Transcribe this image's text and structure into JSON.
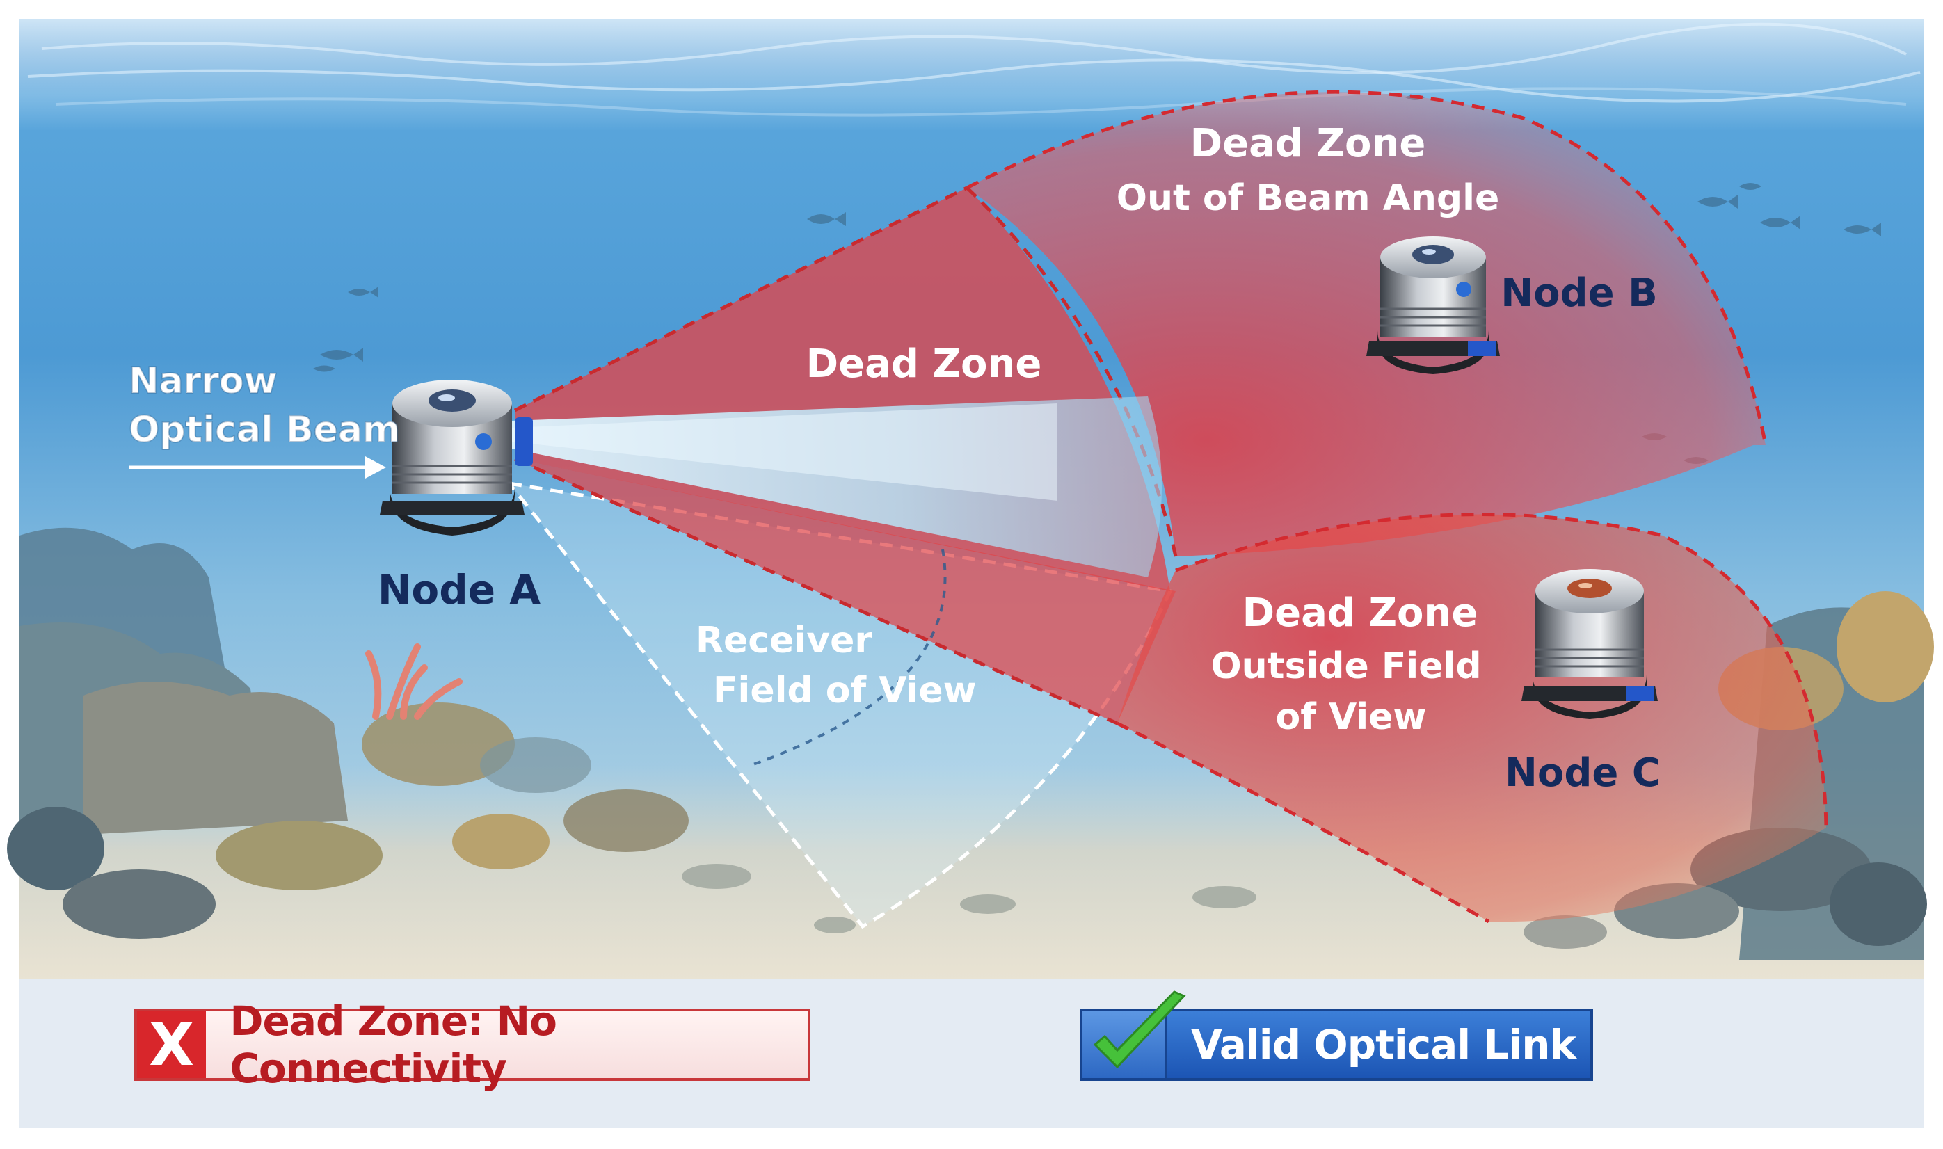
{
  "labels": {
    "narrow_beam_line1": "Narrow",
    "narrow_beam_line2": "Optical Beam",
    "node_a": "Node A",
    "node_b": "Node B",
    "node_c": "Node C",
    "dead_zone_center": "Dead Zone",
    "dead_zone_top_title": "Dead Zone",
    "dead_zone_top_sub": "Out of Beam Angle",
    "dead_zone_bottom_title": "Dead Zone",
    "dead_zone_bottom_sub1": "Outside Field",
    "dead_zone_bottom_sub2": "of View",
    "receiver_line1": "Receiver",
    "receiver_line2": "Field of View"
  },
  "legend": {
    "dead_mark": "X",
    "dead_text": "Dead Zone: No Connectivity",
    "valid_text": "Valid Optical Link"
  },
  "colors": {
    "dead_zone": "#e0454a",
    "beam": "#cfeeff",
    "water_top": "#3f8fd0",
    "water_bottom": "#bcd9ea",
    "node_label": "#142a5c",
    "legend_red": "#d8262b",
    "legend_blue": "#2d68c3",
    "check_green": "#46c13a"
  },
  "icons": {
    "node": "optical-transceiver-node-icon",
    "dead_mark": "x-mark-icon",
    "valid_mark": "checkmark-icon",
    "arrow": "arrow-right-icon"
  }
}
